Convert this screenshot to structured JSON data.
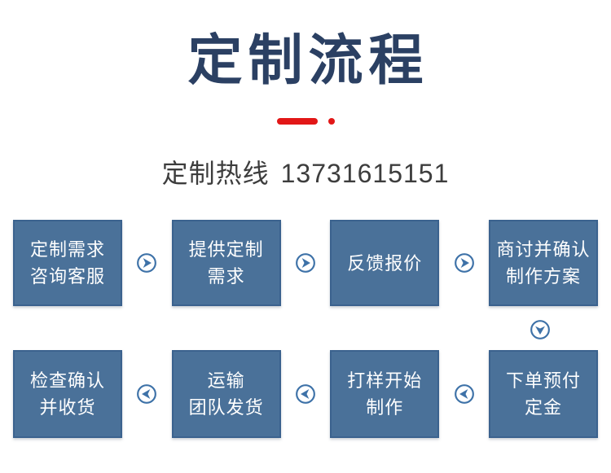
{
  "header": {
    "title": "定制流程",
    "hotline_label": "定制热线",
    "hotline_number": "13731615151"
  },
  "flow": {
    "top_row": [
      {
        "line1": "定制需求",
        "line2": "咨询客服"
      },
      {
        "line1": "提供定制",
        "line2": "需求"
      },
      {
        "line1": "反馈报价",
        "line2": ""
      },
      {
        "line1": "商讨并确认",
        "line2": "制作方案"
      }
    ],
    "bottom_row": [
      {
        "line1": "检查确认",
        "line2": "并收货"
      },
      {
        "line1": "运输",
        "line2": "团队发货"
      },
      {
        "line1": "打样开始",
        "line2": "制作"
      },
      {
        "line1": "下单预付",
        "line2": "定金"
      }
    ],
    "icons": {
      "right_arrow": "circle-arrow-right-icon",
      "down_arrow": "circle-arrow-down-icon",
      "left_arrow": "circle-arrow-left-icon"
    }
  },
  "colors": {
    "title_navy": "#2b4063",
    "accent_red": "#e21717",
    "box_fill": "#4a7199",
    "box_border": "#3b628e",
    "arrow_blue": "#3e72a8",
    "hotline_text": "#3d3d3d",
    "box_text": "#ffffff",
    "background": "#ffffff"
  }
}
